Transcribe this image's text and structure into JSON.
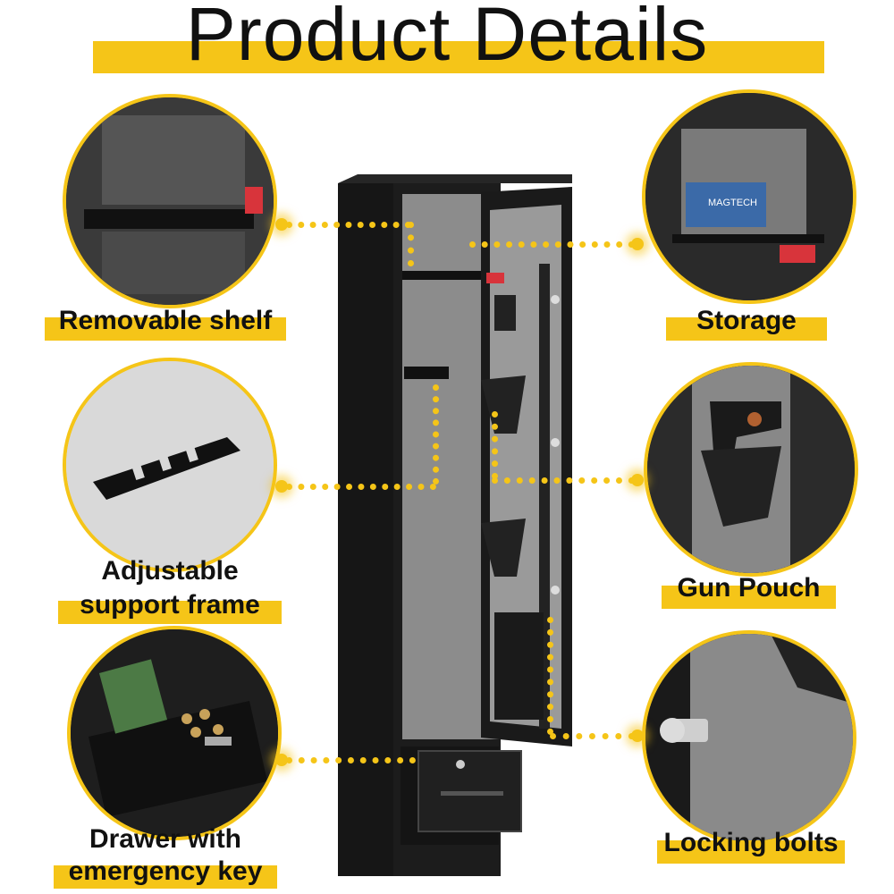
{
  "title": "Product Details",
  "features": {
    "removable_shelf": "Removable shelf",
    "storage": "Storage",
    "adjustable_line1": "Adjustable",
    "adjustable_line2": "support frame",
    "gun_pouch": "Gun Pouch",
    "drawer_line1": "Drawer with",
    "drawer_line2": "emergency key",
    "locking_bolts": "Locking bolts"
  },
  "product_text": {
    "ammo_box": "MAGTECH"
  },
  "colors": {
    "accent": "#f5c518",
    "safe_body": "#1c1c1c",
    "felt": "#8a8a8a"
  },
  "icons": [
    "safe-image",
    "shelf-closeup",
    "storage-closeup",
    "support-frame-closeup",
    "gun-pouch-closeup",
    "drawer-closeup",
    "locking-bolt-closeup"
  ]
}
